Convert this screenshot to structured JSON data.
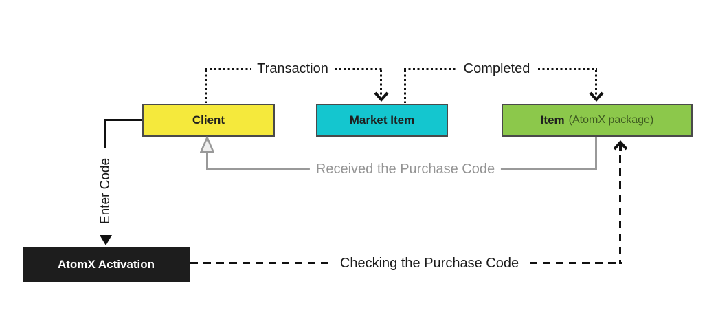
{
  "canvas": {
    "background": "#FFFFFF"
  },
  "nodes": {
    "client": {
      "label": "Client",
      "fill": "#F5E93C",
      "text_color": "#1F1F1F"
    },
    "market_item": {
      "label": "Market Item",
      "fill": "#14C6CF",
      "text_color": "#1F1F1F"
    },
    "item": {
      "label": "Item",
      "sublabel": "(AtomX package)",
      "fill": "#8CC84B",
      "text_color": "#1F1F1F",
      "sublabel_color": "#3E5A21"
    },
    "atomx_activation": {
      "label": "AtomX Activation",
      "fill": "#1D1D1D",
      "text_color": "#FFFFFF"
    }
  },
  "edges": {
    "transaction": {
      "label": "Transaction",
      "style": "dotted",
      "color": "#111111",
      "from": "client",
      "to": "market_item"
    },
    "completed": {
      "label": "Completed",
      "style": "dotted",
      "color": "#111111",
      "from": "market_item",
      "to": "item"
    },
    "received_purchase_code": {
      "label": "Received the Purchase Code",
      "style": "solid",
      "color": "#999999",
      "from": "item",
      "to": "client"
    },
    "enter_code": {
      "label": "Enter Code",
      "style": "solid",
      "color": "#111111",
      "from": "client",
      "to": "atomx_activation"
    },
    "checking_purchase_code": {
      "label": "Checking the Purchase Code",
      "style": "dashed",
      "color": "#111111",
      "from": "atomx_activation",
      "to": "item"
    }
  }
}
